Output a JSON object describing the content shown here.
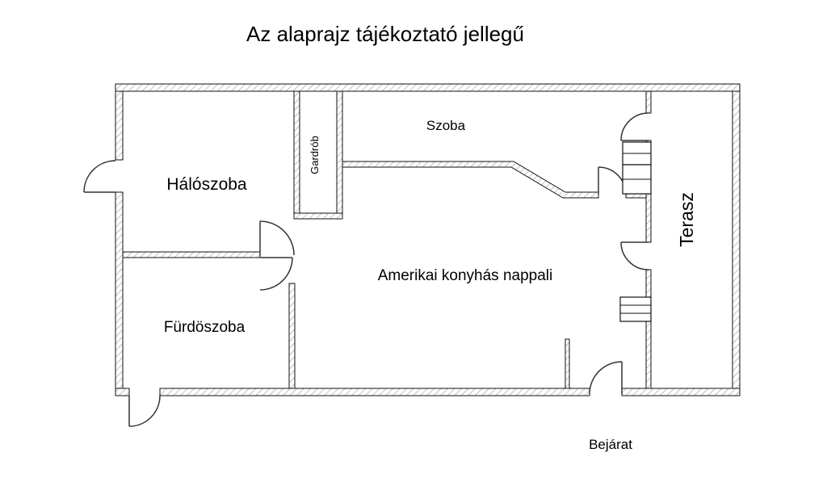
{
  "title": "Az alaprajz tájékoztató jellegű",
  "rooms": {
    "bedroom": "Hálószoba",
    "wardrobe": "Gardrób",
    "small_room": "Szoba",
    "living_room": "Amerikai konyhás nappali",
    "bathroom": "Fürdöszoba",
    "terrace": "Terasz"
  },
  "labels": {
    "entrance": "Bejárat"
  },
  "colors": {
    "background": "#ffffff",
    "wall_outline": "#111111",
    "wall_hatch": "#9a9a9a",
    "door_line": "#333333",
    "text": "#000000"
  }
}
